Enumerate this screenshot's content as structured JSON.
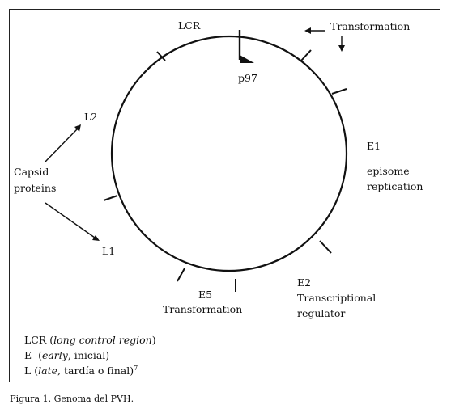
{
  "diagram": {
    "labels": {
      "lcr": "LCR",
      "transformation_top": "Transformation",
      "p97": "p97",
      "e1": "E1",
      "e1_desc_1": "episome",
      "e1_desc_2": "reptication",
      "e2": "E2",
      "e2_desc_1": "Transcriptional",
      "e2_desc_2": "regulator",
      "e5": "E5",
      "e5_desc": "Transformation",
      "l1": "L1",
      "l2": "L2",
      "capsid_1": "Capsid",
      "capsid_2": "proteins"
    }
  },
  "legend": {
    "lcr_abbr": "LCR",
    "lcr_expansion": "long control region",
    "e_abbr": "E",
    "e_expansion": "early",
    "e_translation": ", inicial)",
    "l_abbr": "L",
    "l_expansion": "late",
    "l_translation": ", tardía o final)",
    "l_ref": "7"
  },
  "caption": {
    "label": "Figura 1.",
    "text": "Genoma del PVH."
  }
}
